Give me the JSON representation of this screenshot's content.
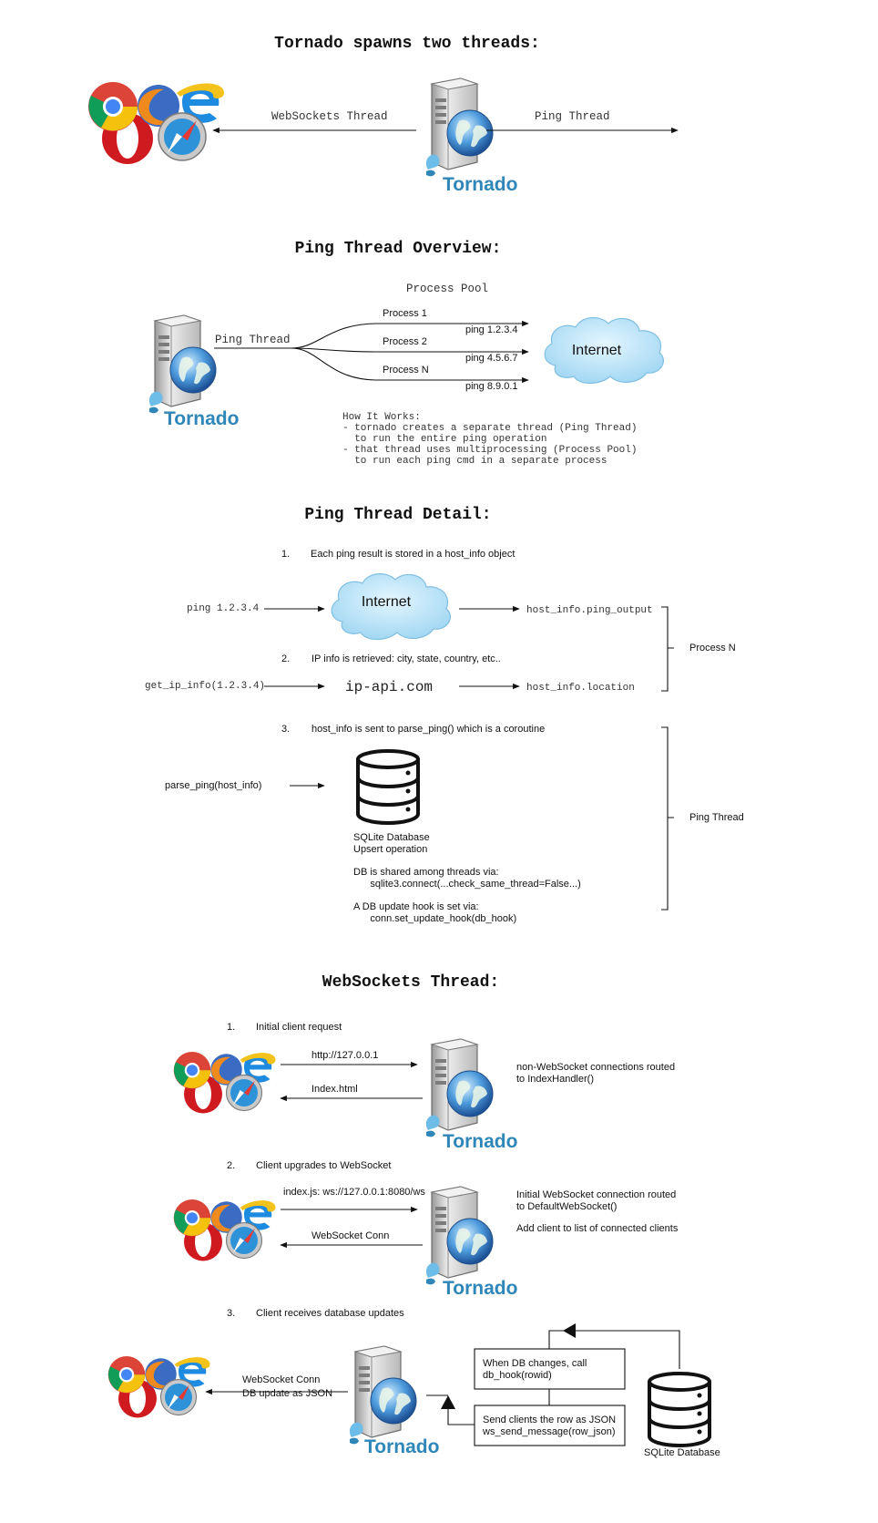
{
  "sections": {
    "spawn_title": "Tornado spawns two threads:",
    "overview_title": "Ping Thread Overview:",
    "detail_title": "Ping Thread Detail:",
    "websockets_title": "WebSockets Thread:"
  },
  "tornado_label": "Tornado",
  "spawn": {
    "websockets_thread": "WebSockets Thread",
    "ping_thread": "Ping Thread"
  },
  "overview": {
    "process_pool": "Process Pool",
    "ping_thread": "Ping Thread",
    "internet": "Internet",
    "processes": [
      {
        "name": "Process 1",
        "ping": "ping 1.2.3.4"
      },
      {
        "name": "Process 2",
        "ping": "ping 4.5.6.7"
      },
      {
        "name": "Process N",
        "ping": "ping 8.9.0.1"
      }
    ],
    "how_it_works": [
      "How It Works:",
      "- tornado creates a separate thread (Ping Thread)",
      "  to run the entire ping operation",
      "- that thread uses multiprocessing (Process Pool)",
      "  to run each ping cmd in a separate process"
    ]
  },
  "detail": {
    "step1_num": "1.",
    "step1_text": "Each ping result is stored in a host_info object",
    "ping_input": "ping 1.2.3.4",
    "internet": "Internet",
    "ping_output": "host_info.ping_output",
    "process_n": "Process N",
    "step2_num": "2.",
    "step2_text": "IP info is retrieved: city, state, country, etc..",
    "ip_input": "get_ip_info(1.2.3.4)",
    "ip_api": "ip-api.com",
    "location_output": "host_info.location",
    "step3_num": "3.",
    "step3_text": "host_info is sent to parse_ping() which is a coroutine",
    "parse_input": "parse_ping(host_info)",
    "ping_thread": "Ping Thread",
    "db_lines": [
      "SQLite Database",
      "Upsert operation",
      "",
      "DB is shared among threads via:",
      "      sqlite3.connect(...check_same_thread=False...)",
      "",
      "A DB update hook is set via:",
      "      conn.set_update_hook(db_hook)"
    ]
  },
  "websockets": {
    "step1_num": "1.",
    "step1_text": "Initial client request",
    "request_url": "http://127.0.0.1",
    "response_file": "Index.html",
    "note1": [
      "non-WebSocket connections routed",
      "to IndexHandler()"
    ],
    "step2_num": "2.",
    "step2_text": "Client upgrades to WebSocket",
    "ws_url": "index.js: ws://127.0.0.1:8080/ws",
    "ws_conn": "WebSocket Conn",
    "note2": [
      "Initial WebSocket connection routed",
      "to DefaultWebSocket()",
      "",
      "Add client to list of connected clients"
    ],
    "step3_num": "3.",
    "step3_text": "Client receives database updates",
    "ws_conn3": "WebSocket Conn",
    "db_update": "DB update as JSON",
    "box1": [
      "When DB changes, call",
      "db_hook(rowid)"
    ],
    "box2": [
      "Send clients the row as JSON",
      "ws_send_message(row_json)"
    ],
    "sqlite_label": "SQLite Database"
  }
}
